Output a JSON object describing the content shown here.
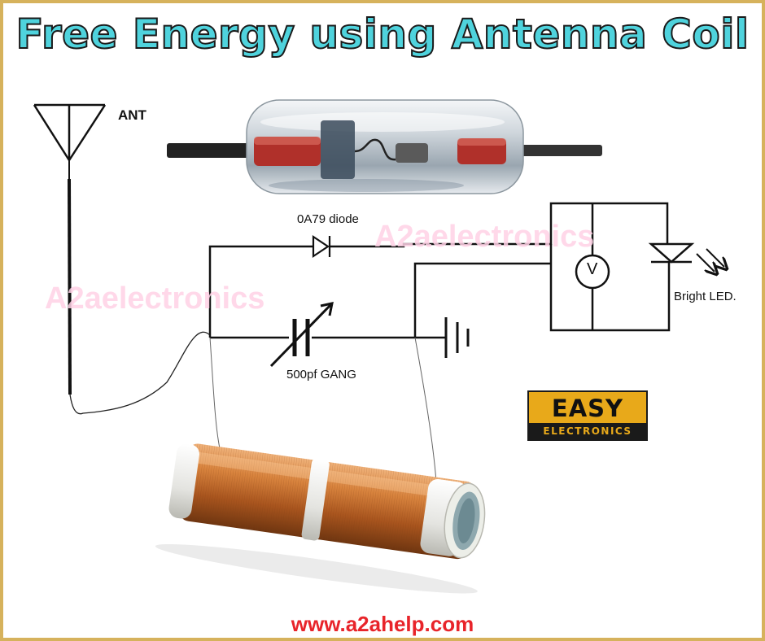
{
  "title": "Free Energy using Antenna Coil",
  "labels": {
    "antenna": "ANT",
    "diode": "0A79 diode",
    "capacitor": "500pf GANG",
    "led": "Bright LED.",
    "voltmeter": "V"
  },
  "watermarks": [
    "A2aelectronics",
    "A2aelectronics"
  ],
  "logo": {
    "top": "EASY",
    "bottom": "ELECTRONICS"
  },
  "footer_url": "www.a2ahelp.com",
  "colors": {
    "title_fill": "#4fd3dd",
    "url": "#e8242a",
    "logo_bg": "#e8a91a",
    "copper": "#c8722e",
    "frame": "#c9a24a"
  },
  "icons": [
    "antenna-symbol",
    "diode-symbol",
    "variable-capacitor-symbol",
    "ground-symbol",
    "voltmeter-symbol",
    "led-symbol",
    "light-arrows-icon"
  ]
}
